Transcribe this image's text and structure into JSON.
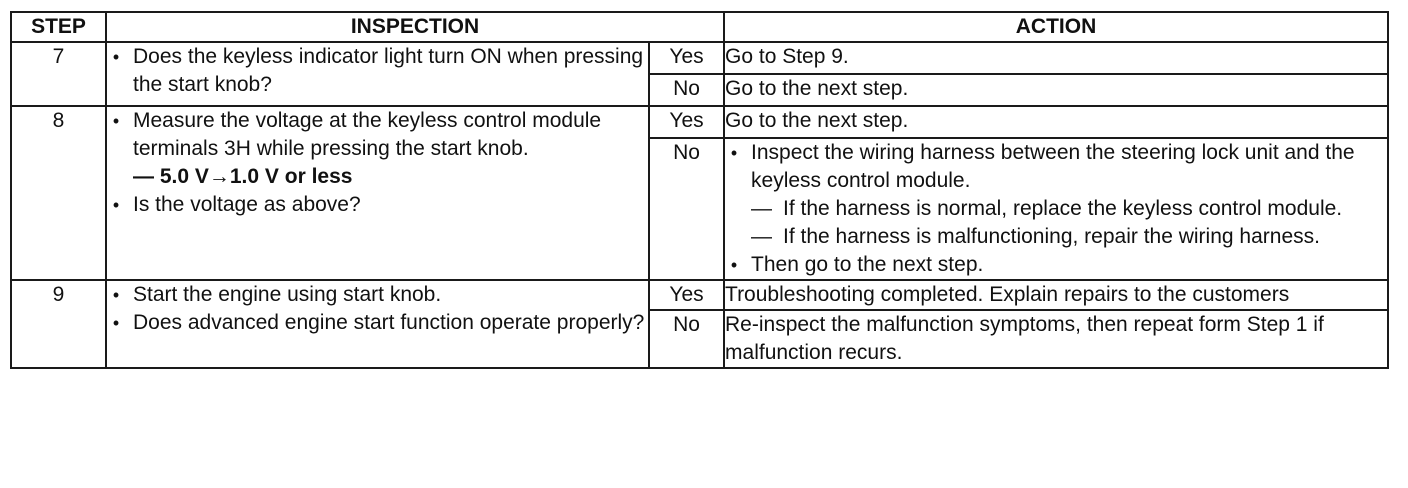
{
  "headers": {
    "step": "STEP",
    "inspection": "INSPECTION",
    "action": "ACTION"
  },
  "dash": "—",
  "steps": [
    {
      "step": "7",
      "inspection": [
        "Does the keyless indicator light turn ON when pressing the start knob?"
      ],
      "yes": {
        "label": "Yes",
        "action": "Go to Step 9."
      },
      "no": {
        "label": "No",
        "action": "Go to the next step."
      }
    },
    {
      "step": "8",
      "inspection": [
        "Measure the voltage at the keyless control module terminals 3H while pressing the start knob.",
        "Is the voltage as above?"
      ],
      "spec": "5.0 V→1.0 V or less",
      "yes": {
        "label": "Yes",
        "action": "Go to the next step."
      },
      "no": {
        "label": "No",
        "action_items": [
          "Inspect the wiring harness between the steering lock unit and the keyless control module.",
          "Then go to the next step."
        ],
        "sub_items": [
          "If the harness is normal, replace the keyless control module.",
          "If the harness is malfunctioning, repair the wiring harness."
        ]
      }
    },
    {
      "step": "9",
      "inspection": [
        "Start the engine using start knob.",
        "Does advanced engine start function operate properly?"
      ],
      "yes": {
        "label": "Yes",
        "action": "Troubleshooting completed. Explain repairs to the customers"
      },
      "no": {
        "label": "No",
        "action": "Re-inspect the malfunction symptoms, then repeat form Step 1 if malfunction recurs."
      }
    }
  ]
}
